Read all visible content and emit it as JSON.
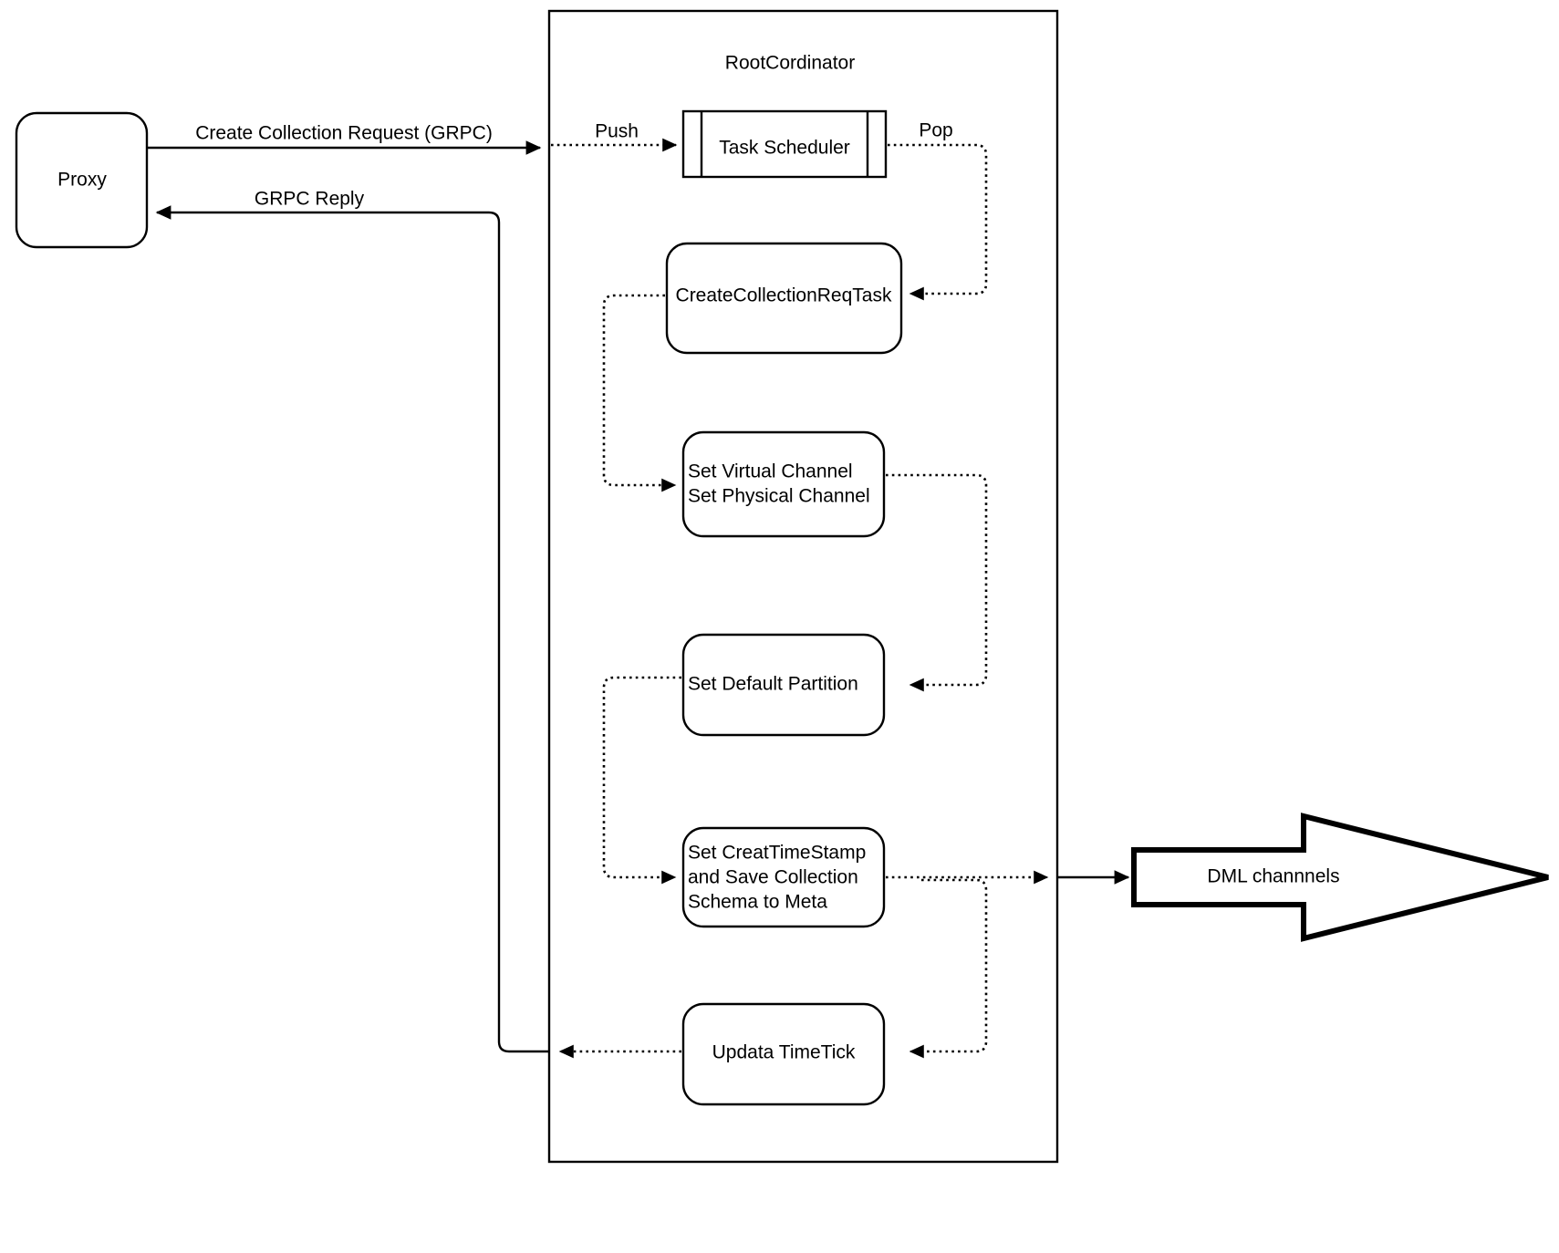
{
  "diagram": {
    "title_visible": "RootCordinator",
    "nodes": {
      "proxy": {
        "label": "Proxy"
      },
      "root_container": {
        "label": "RootCordinator"
      },
      "task_scheduler": {
        "label": "Task Scheduler"
      },
      "create_collection_req_task": {
        "label": "CreateCollectionReqTask"
      },
      "set_channels": {
        "line1": "Set Virtual Channel",
        "line2": "Set Physical Channel"
      },
      "set_default_partition": {
        "label": "Set Default Partition"
      },
      "set_create_timestamp": {
        "line1": "Set CreatTimeStamp",
        "line2": "and Save Collection",
        "line3": "Schema to Meta"
      },
      "update_timetick": {
        "label": "Updata TimeTick"
      },
      "dml_channels": {
        "label": "DML channnels"
      }
    },
    "edge_labels": {
      "create_collection_request": "Create Collection Request (GRPC)",
      "grpc_reply": "GRPC Reply",
      "push": "Push",
      "pop": "Pop"
    },
    "colors": {
      "stroke": "#000000",
      "fill": "#ffffff",
      "text": "#000000"
    }
  }
}
